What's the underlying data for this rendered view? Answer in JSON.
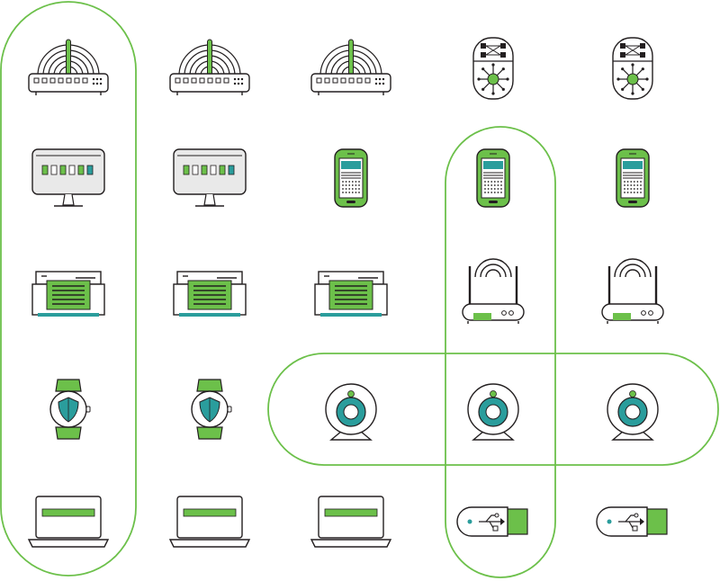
{
  "palette": {
    "green": "#6cc04a",
    "teal": "#2a9d9c",
    "ink": "#231f20",
    "panel": "#e9e9e9",
    "white": "#ffffff"
  },
  "columns": 5,
  "rows": [
    {
      "device": "router",
      "icon": "router-icon"
    },
    {
      "device": "monitor",
      "icon": "monitor-icon"
    },
    {
      "device": "printer",
      "icon": "printer-icon"
    },
    {
      "device": "smartwatch",
      "icon": "smartwatch-icon"
    },
    {
      "device": "laptop",
      "icon": "laptop-icon"
    }
  ],
  "grid": [
    [
      "router",
      "router",
      "router",
      "network-switch",
      "network-switch"
    ],
    [
      "monitor",
      "monitor",
      "smartphone",
      "smartphone",
      "smartphone"
    ],
    [
      "printer",
      "printer",
      "printer",
      "wifi-router",
      "wifi-router"
    ],
    [
      "smartwatch",
      "smartwatch",
      "webcam",
      "webcam",
      "webcam"
    ],
    [
      "laptop",
      "laptop",
      "laptop",
      "usb-drive",
      "usb-drive"
    ]
  ],
  "groupings": [
    {
      "name": "column-1-group",
      "orientation": "vertical"
    },
    {
      "name": "column-4-group",
      "orientation": "vertical"
    },
    {
      "name": "row-4-group",
      "orientation": "horizontal"
    }
  ]
}
